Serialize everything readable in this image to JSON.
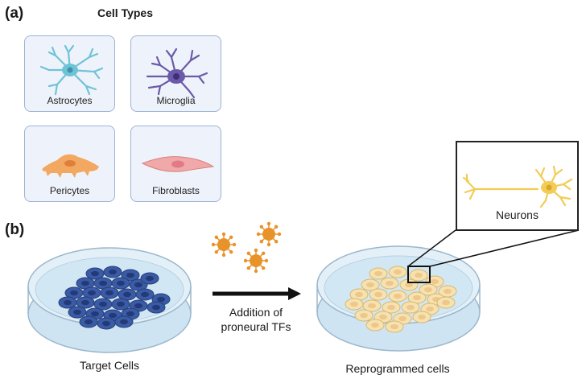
{
  "panel_a": {
    "label": "(a)",
    "title": "Cell Types",
    "cells": [
      {
        "name": "Astrocytes",
        "icon": "astrocyte-icon"
      },
      {
        "name": "Microglia",
        "icon": "microglia-icon"
      },
      {
        "name": "Pericytes",
        "icon": "pericyte-icon"
      },
      {
        "name": "Fibroblasts",
        "icon": "fibroblast-icon"
      }
    ]
  },
  "panel_b": {
    "label": "(b)",
    "left_dish_caption": "Target Cells",
    "arrow_caption_line1": "Addition of",
    "arrow_caption_line2": "proneural TFs",
    "right_dish_caption": "Reprogrammed cells",
    "zoom_caption": "Neurons"
  },
  "colors": {
    "card_bg": "#eef3fb",
    "card_border": "#9db3d6",
    "astrocyte": "#6fc3d6",
    "microglia": "#6b5aa8",
    "pericyte": "#f2a860",
    "fibroblast": "#f0a8a8",
    "target_cell": "#3a5ba5",
    "reprogrammed_cell": "#f6e2b0",
    "virus": "#e8922a",
    "neuron": "#f2cc55"
  }
}
